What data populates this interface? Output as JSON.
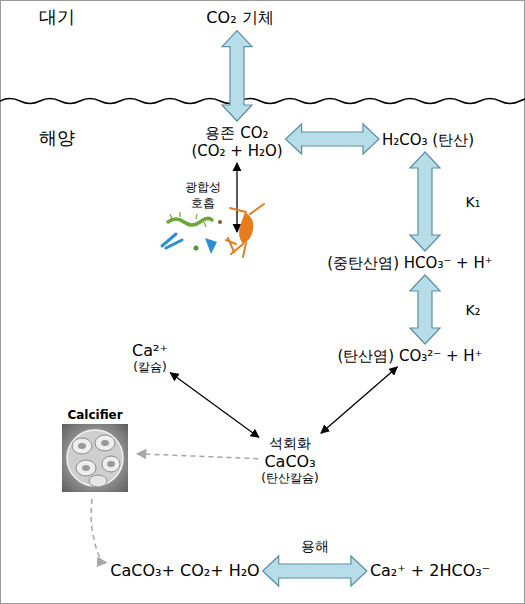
{
  "diagram": {
    "nodes": [
      {
        "text": [
          "CO₂ 기체"
        ]
      },
      {
        "text": [
          "용존 CO₂",
          "(CO₂ + H₂O)"
        ]
      },
      {
        "text": [
          "H₂CO₃ (탄산)"
        ]
      },
      {
        "text": [
          "(중탄산염) HCO₃⁻ + H⁺"
        ]
      },
      {
        "text": [
          "(탄산염) CO₃²⁻ + H⁺"
        ]
      },
      {
        "text": [
          "Ca²⁺",
          "(칼슘)"
        ]
      },
      {
        "text": [
          "석회화",
          "CaCO₃",
          "(탄산칼슘)"
        ]
      },
      {
        "text": [
          "Calcifier"
        ]
      },
      {
        "text": [
          "CaCO₃+ CO₂+ H₂O"
        ]
      },
      {
        "text": [
          "Ca₂⁺ + 2HCO₃⁻"
        ]
      }
    ],
    "edges": [
      {
        "from": 0,
        "to": 1,
        "arrow": "both"
      },
      {
        "from": 1,
        "to": 2,
        "arrow": "both"
      },
      {
        "from": 2,
        "to": 3,
        "arrow": "both",
        "label": "K₁"
      },
      {
        "from": 3,
        "to": 4,
        "arrow": "both",
        "label": "K₂"
      },
      {
        "from": 5,
        "to": 6,
        "arrow": "both"
      },
      {
        "from": 4,
        "to": 6,
        "arrow": "both"
      },
      {
        "from": 6,
        "to": 7,
        "arrow": "to"
      },
      {
        "from": 7,
        "to": 8,
        "arrow": "to"
      },
      {
        "from": 8,
        "to": 9,
        "arrow": "both",
        "label": "용해"
      }
    ],
    "labels": [
      "대기",
      "해양",
      "광합성 호흡"
    ]
  }
}
